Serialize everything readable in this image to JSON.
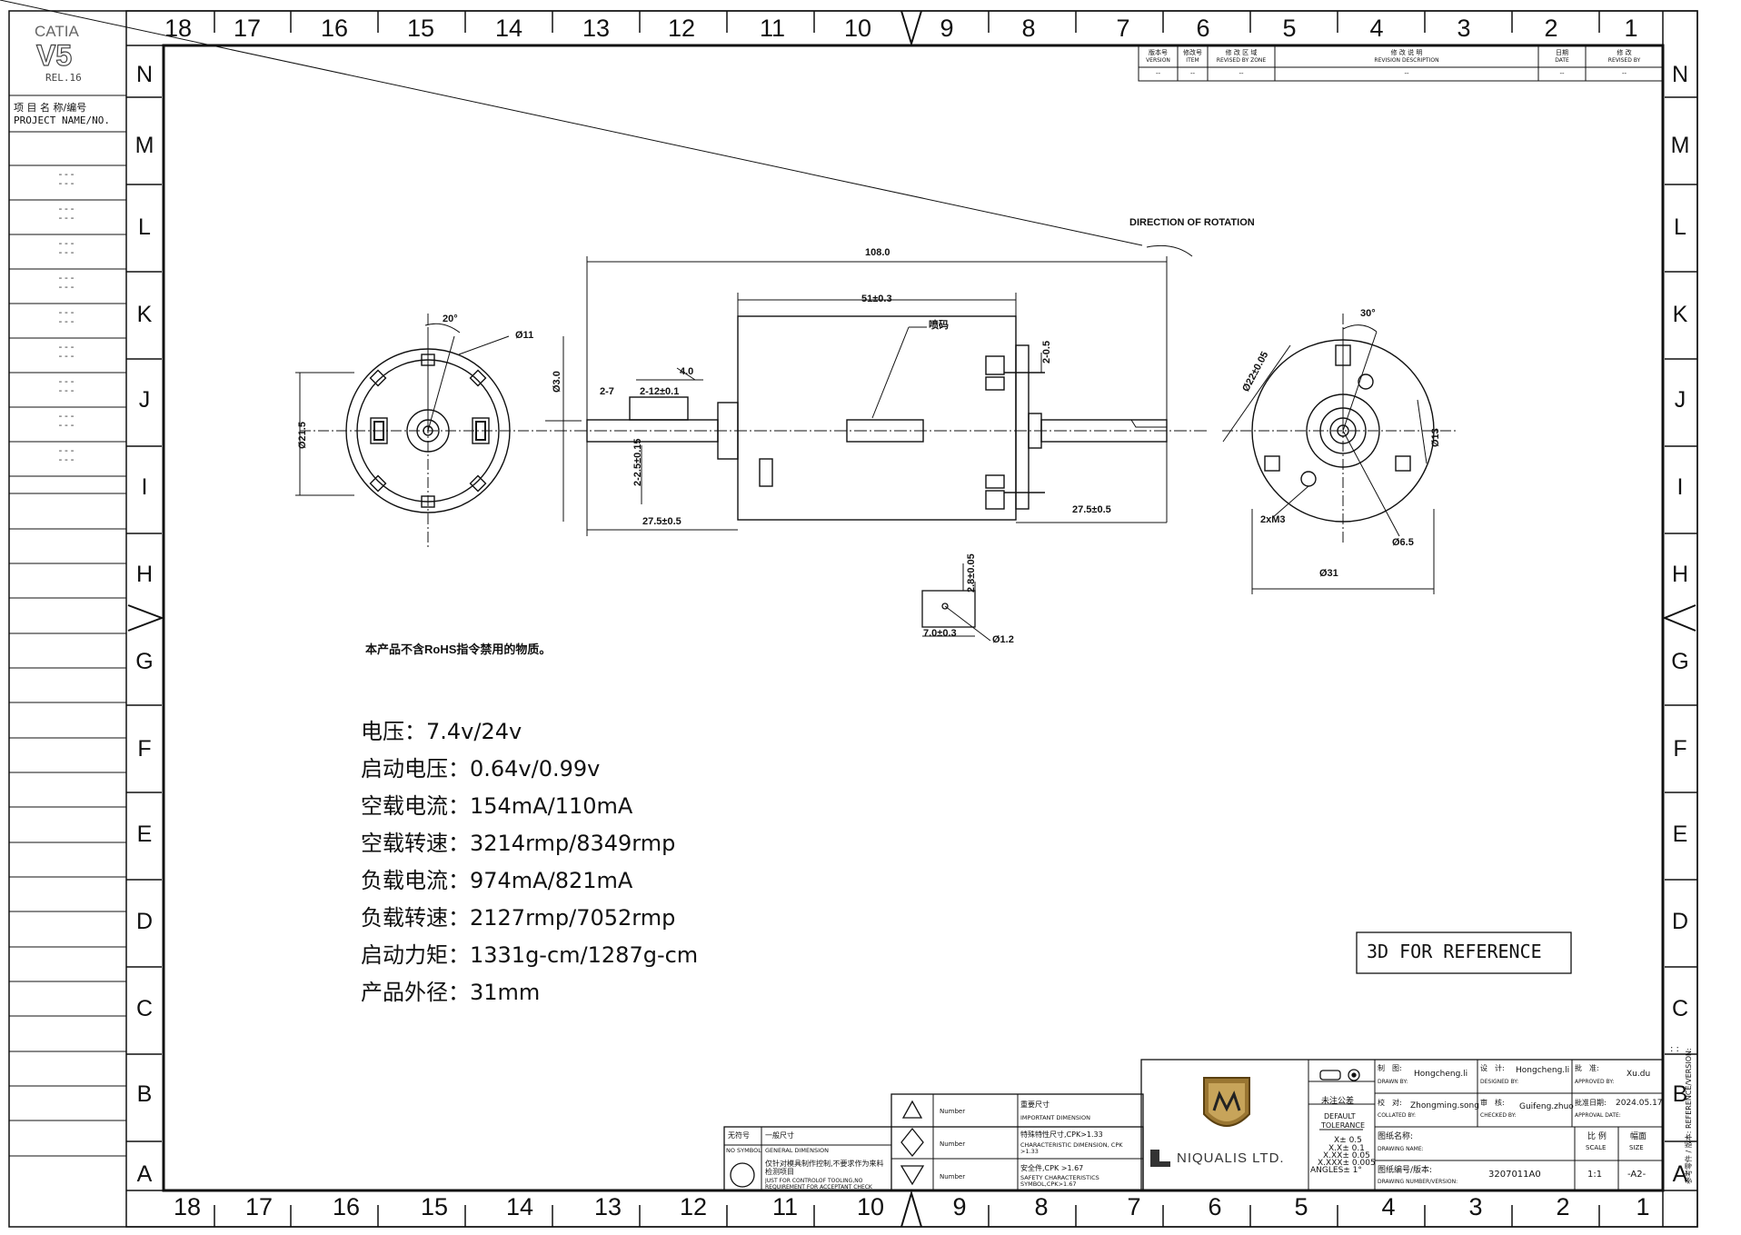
{
  "side_block": {
    "catia": "CATIA",
    "v5": "V5",
    "rel": "REL.16",
    "project_label_cn": "项 目 名 称/编号",
    "project_label_en": "PROJECT NAME/NO.",
    "placeholders": [
      "---",
      "---",
      "---",
      "---",
      "---",
      "---",
      "---",
      "---",
      "---",
      "---",
      "---",
      "---",
      "---",
      "---",
      "---",
      "---",
      "---",
      "---"
    ]
  },
  "zones": {
    "columns": [
      "18",
      "17",
      "16",
      "15",
      "14",
      "13",
      "12",
      "11",
      "10",
      "9",
      "8",
      "7",
      "6",
      "5",
      "4",
      "3",
      "2",
      "1"
    ],
    "rows": [
      "N",
      "M",
      "L",
      "K",
      "J",
      "I",
      "H",
      "G",
      "F",
      "E",
      "D",
      "C",
      "B",
      "A"
    ]
  },
  "revision_block": {
    "headers": [
      {
        "cn": "版本号",
        "en": "VERSION"
      },
      {
        "cn": "修改号",
        "en": "ITEM"
      },
      {
        "cn": "修 改 区 域",
        "en": "REVISED BY ZONE"
      },
      {
        "cn": "修 改 说 明",
        "en": "REVISION DESCRIPTION"
      },
      {
        "cn": "日期",
        "en": "DATE"
      },
      {
        "cn": "修 改",
        "en": "REVISED BY"
      }
    ],
    "values": [
      "--",
      "--",
      "--",
      "--",
      "--",
      "--"
    ]
  },
  "drawing_labels": {
    "direction": "DIRECTION OF ROTATION",
    "d_108": "108.0",
    "d_51": "51±0.3",
    "d_4": "4.0",
    "d_27": "2-7",
    "d_2_12": "2-12±0.1",
    "d_2_25": "2-2.5±0.15",
    "d_2_05": "2-0.5",
    "d_275_left": "27.5±0.5",
    "d_275_right": "27.5±0.5",
    "d_code": "喷码",
    "d_20deg": "20°",
    "d_30deg": "30°",
    "d_11": "Ø11",
    "d_215": "Ø21.5",
    "d_3": "Ø3.0",
    "d_22": "Ø22±0.05",
    "d_13": "Ø13",
    "d_m3": "2xM3",
    "d_65": "Ø6.5",
    "d_31": "Ø31",
    "d_28": "2.8±0.05",
    "d_7": "7.0±0.3",
    "d_12": "Ø1.2",
    "rohs": "本产品不含RoHS指令禁用的物质。"
  },
  "specs": [
    "电压：7.4v/24v",
    "启动电压：0.64v/0.99v",
    "空载电流：154mA/110mA",
    "空载转速：3214rmp/8349rmp",
    "负载电流：974mA/821mA",
    "负载转速：2127rmp/7052rmp",
    "启动力矩：1331g-cm/1287g-cm",
    "产品外径：31mm"
  ],
  "reference_note": "3D FOR REFERENCE",
  "title_block": {
    "symbols": {
      "none_cn": "无符号",
      "none_en": "NO SYMBOL",
      "general_cn": "一般尺寸",
      "general_en": "GENERAL DIMENSION",
      "tooling_cn": "仅针对模具制作控制,不要求作为来料检测项目",
      "tooling_en": "JUST FOR CONTROLOF TOOLING,NO REQUIREMENT FOR ACCEPTANT CHECK",
      "number": "Number",
      "important_cn": "重要尺寸",
      "important_en": "IMPORTANT DIMENSION",
      "char_cn": "特殊特性尺寸,CPK>1.33",
      "char_en": "CHARACTERISTIC DIMENSION, CPK >1.33",
      "safety_cn": "安全件,CPK >1.67",
      "safety_en": "SAFETY CHARACTERISTICS SYMBOL,CPK>1.67"
    },
    "company": "NIQUALIS LTD.",
    "tolerance": {
      "cn": "未注公差",
      "en1": "DEFAULT",
      "en2": "TOLERANCE",
      "lines": [
        "X± 0.5",
        "X.X± 0.1",
        "X.XX± 0.05",
        "X.XXX± 0.005",
        "ANGLES± 1°"
      ]
    },
    "drawn_label_cn": "制　图:",
    "drawn_label_en": "DRAWN BY:",
    "drawn_by": "Hongcheng.li",
    "designed_label_cn": "设　计:",
    "designed_label_en": "DESIGNED BY:",
    "designed_by": "Hongcheng.li",
    "approved_label_cn": "批　准:",
    "approved_label_en": "APPROVED BY:",
    "approved_by": "Xu.du",
    "collated_label_cn": "校　对:",
    "collated_label_en": "COLLATED BY:",
    "collated_by": "Zhongming.song",
    "checked_label_cn": "审　核:",
    "checked_label_en": "CHECKED BY:",
    "checked_by": "Guifeng.zhuo",
    "approval_date_label_cn": "批准日期:",
    "approval_date_label_en": "APPROVAL DATE:",
    "approval_date": "2024.05.17",
    "drawing_name_cn": "图纸名称:",
    "drawing_name_en": "DRAWING NAME:",
    "scale_cn": "比 例",
    "scale_en": "SCALE",
    "scale": "1:1",
    "size_cn": "幅面",
    "size_en": "SIZE",
    "size": "-A2-",
    "drawing_number_cn": "图纸编号/版本:",
    "drawing_number_en": "DRAWING NUMBER/VERSION:",
    "drawing_number": "3207011A0",
    "ref_side": "参考零件 / 版本: REFERENCE/VERSION:",
    "ref_colons": ": :"
  }
}
